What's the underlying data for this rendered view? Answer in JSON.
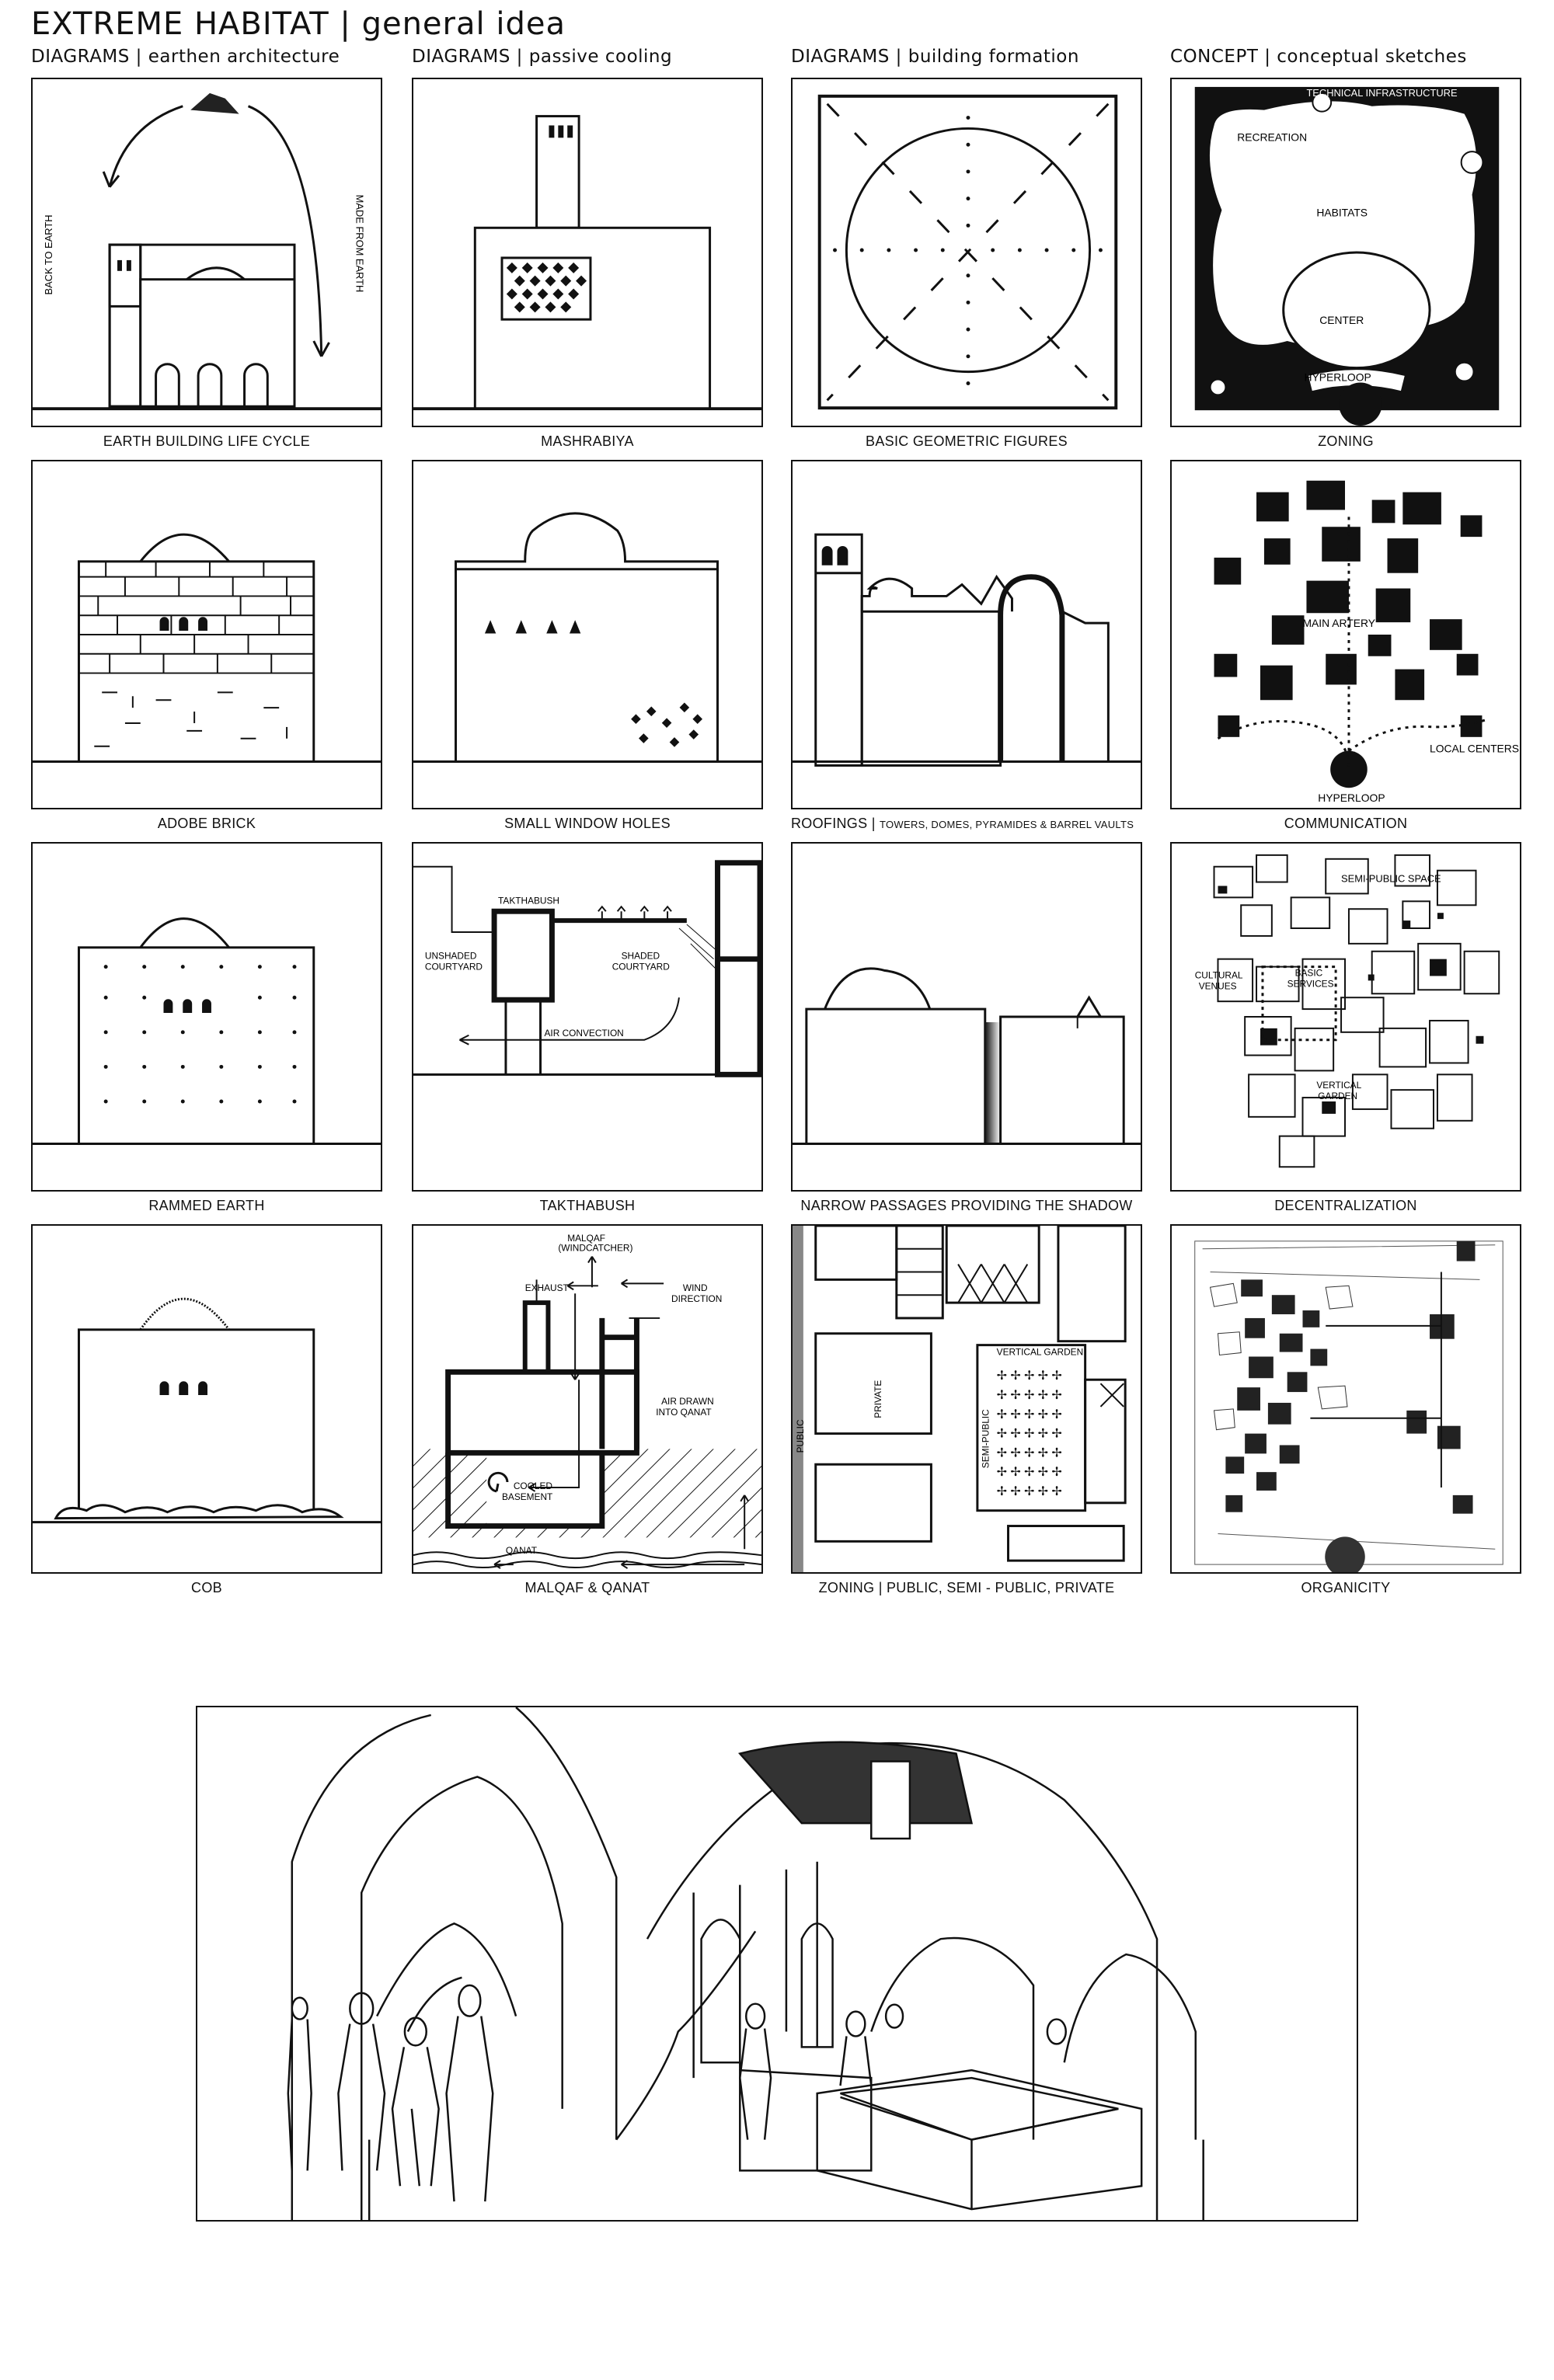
{
  "title": "EXTREME HABITAT | general idea",
  "columns": [
    "DIAGRAMS | earthen architecture",
    "DIAGRAMS | passive cooling",
    "DIAGRAMS | building formation",
    "CONCEPT | conceptual sketches"
  ],
  "captions": {
    "r1c1": "EARTH BUILDING LIFE CYCLE",
    "r1c2": "MASHRABIYA",
    "r1c3": "BASIC GEOMETRIC FIGURES",
    "r1c4": "ZONING",
    "r2c1": "ADOBE BRICK",
    "r2c2": "SMALL WINDOW HOLES",
    "r2c3_main": "ROOFINGS | ",
    "r2c3_small": "TOWERS, DOMES, PYRAMIDES & BARREL VAULTS",
    "r2c4": "COMMUNICATION",
    "r3c1": "RAMMED EARTH",
    "r3c2": "TAKTHABUSH",
    "r3c3": "NARROW PASSAGES PROVIDING THE SHADOW",
    "r3c4": "DECENTRALIZATION",
    "r4c1": "COB",
    "r4c2": "MALQAF & QANAT",
    "r4c3": "ZONING | PUBLIC, SEMI - PUBLIC, PRIVATE",
    "r4c4": "ORGANICITY"
  },
  "labels": {
    "back_to_earth": "BACK TO EARTH",
    "made_from_earth": "MADE FROM EARTH",
    "technical_infrastructure": "TECHNICAL INFRASTRUCTURE",
    "recreation": "RECREATION",
    "habitats": "HABITATS",
    "center": "CENTER",
    "hyperloop": "HYPERLOOP",
    "main_artery": "MAIN ARTERY",
    "local_centers": "LOCAL CENTERS",
    "takthabush": "TAKTHABUSH",
    "unshaded_courtyard_1": "UNSHADED",
    "unshaded_courtyard_2": "COURTYARD",
    "shaded_courtyard_1": "SHADED",
    "shaded_courtyard_2": "COURTYARD",
    "air_convection": "AIR CONVECTION",
    "semi_public_space": "SEMI-PUBLIC SPACE",
    "cultural_venues_1": "CULTURAL",
    "cultural_venues_2": "VENUES",
    "basic_services_1": "BASIC",
    "basic_services_2": "SERVICES",
    "vertical_garden_1": "VERTICAL",
    "vertical_garden_2": "GARDEN",
    "malqaf_1": "MALQAF",
    "malqaf_2": "(WINDCATCHER)",
    "exhaust": "EXHAUST",
    "wind_1": "WIND",
    "wind_2": "DIRECTION",
    "air_drawn_1": "AIR DRAWN",
    "air_drawn_2": "INTO QANAT",
    "cooled_1": "COOLED",
    "cooled_2": "BASEMENT",
    "qanat": "QANAT",
    "public": "PUBLIC",
    "private": "PRIVATE",
    "semi_public": "SEMI-PUBLIC",
    "vertical_garden": "VERTICAL GARDEN"
  }
}
